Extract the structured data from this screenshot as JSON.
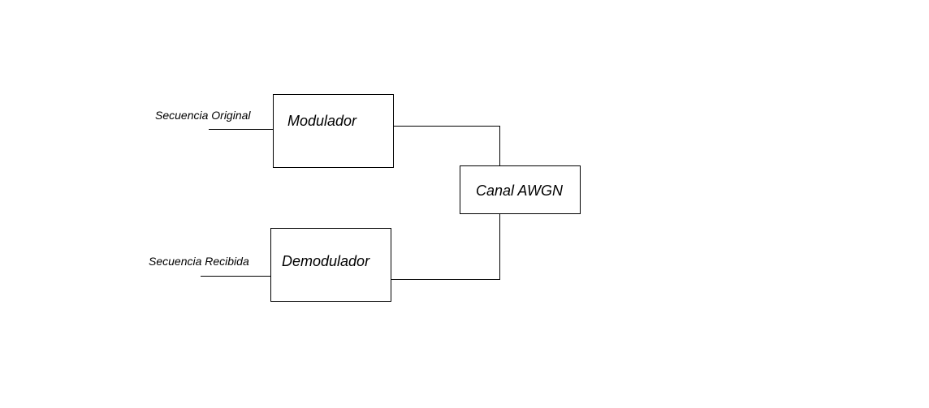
{
  "diagram": {
    "inputs": {
      "original_sequence": "Secuencia Original",
      "received_sequence": "Secuencia Recibida"
    },
    "blocks": {
      "modulator": "Modulador",
      "channel": "Canal AWGN",
      "demodulator": "Demodulador"
    }
  }
}
